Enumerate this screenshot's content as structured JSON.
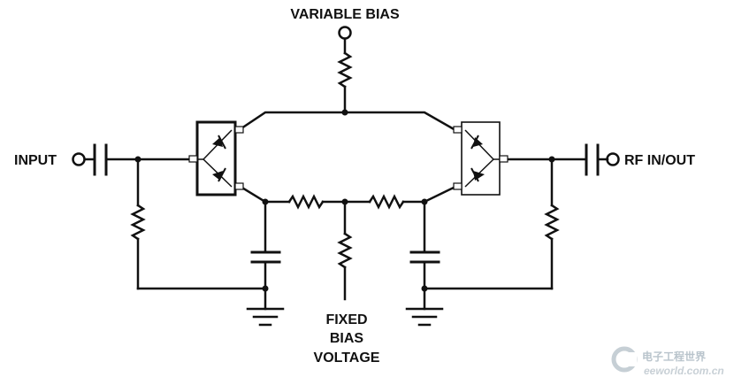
{
  "labels": {
    "variable_bias": "VARIABLE BIAS",
    "input": "INPUT",
    "rf_in_out": "RF IN/OUT",
    "fixed_bias": [
      "FIXED",
      "BIAS",
      "VOLTAGE"
    ]
  },
  "watermark": {
    "cn": "电子工程世界",
    "en": "eeworld.com.cn"
  },
  "colors": {
    "wire": "#111111",
    "background": "#ffffff",
    "watermark": "#b9c4cc"
  }
}
